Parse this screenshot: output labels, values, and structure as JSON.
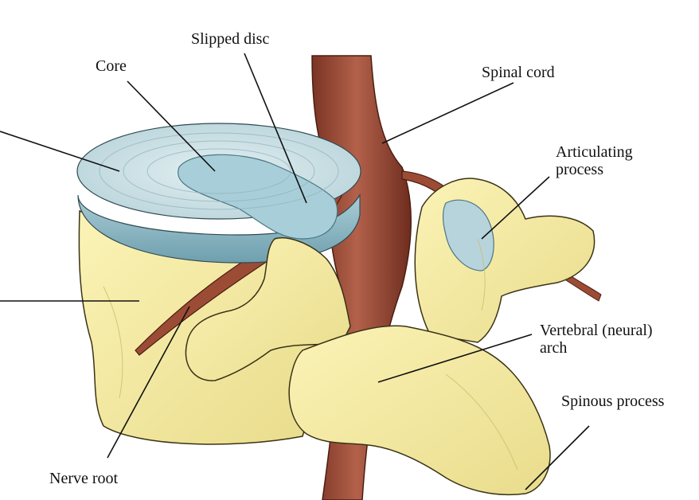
{
  "labels": {
    "core": "Core",
    "slipped_disc": "Slipped disc",
    "spinal_cord": "Spinal cord",
    "articulating_process": [
      "Articulating",
      "process"
    ],
    "vertebral_arch": [
      "Vertebral (neural)",
      "arch"
    ],
    "spinous_process": "Spinous process",
    "nerve_root": "Nerve root"
  },
  "colors": {
    "bone": "#f6eda2",
    "bone_shadow": "#d9cf7e",
    "disc": "#b9d7dd",
    "disc_shadow": "#7fa9b5",
    "nerve": "#a8553c",
    "nerve_dark": "#7a3424",
    "line": "#111111"
  }
}
